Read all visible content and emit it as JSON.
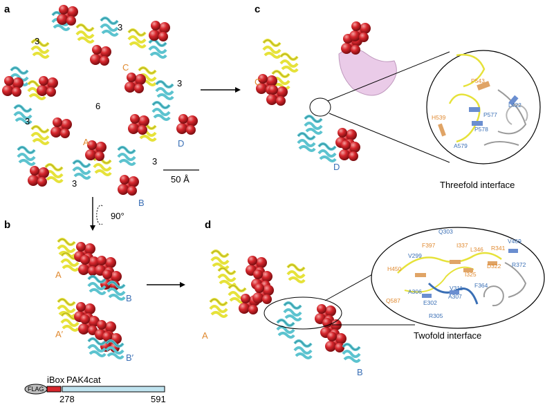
{
  "panels": {
    "a": {
      "letter": "a",
      "center_symmetry": "6",
      "threefold_marks": [
        "3",
        "3",
        "3",
        "3",
        "3",
        "3"
      ],
      "chain_labels": {
        "C": "C",
        "A": "A",
        "D": "D",
        "B": "B"
      },
      "scale_bar": "50 Å",
      "rotation": "90°"
    },
    "b": {
      "letter": "b",
      "chain_labels": [
        "A",
        "B",
        "A′",
        "B′"
      ],
      "construct": {
        "tag": "FLAG",
        "ibox": "iBox",
        "domain": "PAK4cat",
        "start": "278",
        "end": "591"
      }
    },
    "c": {
      "letter": "c",
      "chain_labels": {
        "C": "C",
        "D": "D"
      },
      "residues": [
        "P543",
        "H539",
        "P577",
        "P578",
        "A579",
        "L422"
      ],
      "caption": "Threefold interface"
    },
    "d": {
      "letter": "d",
      "chain_labels": {
        "A": "A",
        "B": "B"
      },
      "residues": [
        "Q303",
        "F397",
        "I337",
        "L346",
        "R341",
        "V469",
        "H450",
        "V299",
        "I325",
        "D322",
        "R372",
        "A306",
        "V311",
        "A307",
        "F364",
        "Q587",
        "E302",
        "R305"
      ],
      "caption": "Twofold interface"
    }
  },
  "colors": {
    "yellow_chain": "#e6e23a",
    "cyan_chain": "#5cc3cf",
    "red_spheres": "#d6262c",
    "pink_chain": "#d9a6d6",
    "gray_chain": "#9a9a9a",
    "orange_label": "#e0892f",
    "blue_label": "#3a6fb5",
    "orange_residue": "#e0a466",
    "blue_residue": "#6a8ed0"
  }
}
